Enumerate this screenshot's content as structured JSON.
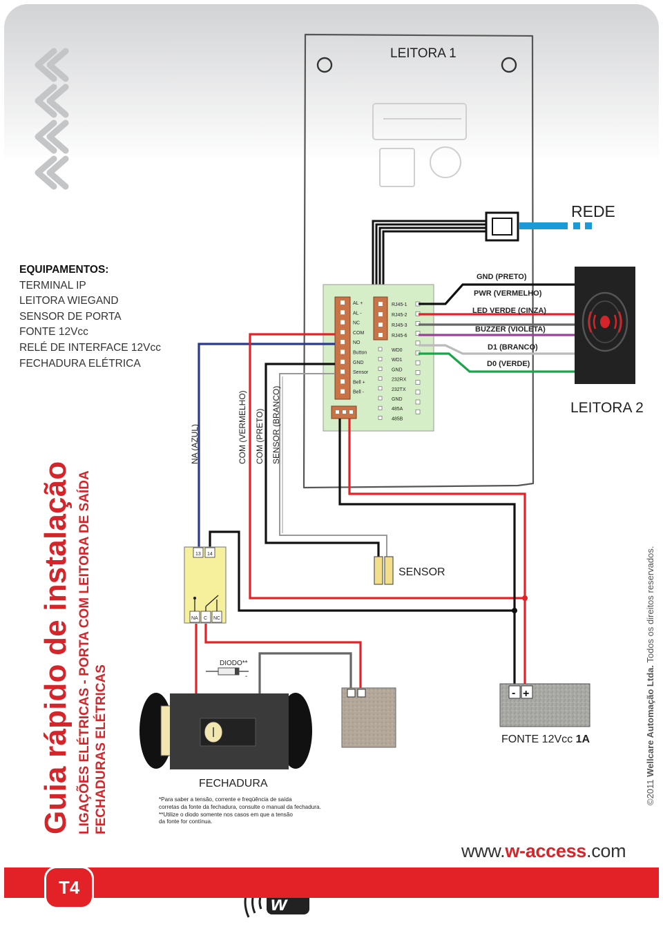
{
  "equipment": {
    "heading": "EQUIPAMENTOS:",
    "items": [
      "TERMINAL IP",
      "LEITORA WIEGAND",
      "SENSOR DE PORTA",
      "FONTE 12Vcc",
      "RELÉ DE INTERFACE 12Vcc",
      "FECHADURA ELÉTRICA"
    ]
  },
  "guide": {
    "title": "Guia rápido de instalação",
    "subtitle1": "LIGAÇÕES ELÉTRICAS - PORTA COM LEITORA DE SAÍDA",
    "subtitle2": "FECHADURAS ELÉTRICAS"
  },
  "devices": {
    "reader1": "LEITORA 1",
    "network": "REDE",
    "reader2": "LEITORA 2",
    "sensor": "SENSOR",
    "lock": "FECHADURA",
    "diode": "DIODO**",
    "diode_minus": "-",
    "psu_plain": "FONTE 12Vcc ",
    "psu_bold": "1A",
    "psu_minus": "-",
    "psu_plus": "+"
  },
  "board": {
    "left_pins": [
      "AL +",
      "AL -",
      "NC",
      "COM",
      "NO",
      "Button",
      "GND",
      "Sensor",
      "Bell +",
      "Bell -"
    ],
    "middle_pins": [
      "RJ45-1",
      "RJ45-2",
      "RJ45-3",
      "RJ45-6"
    ],
    "right_pins": [
      "WD0",
      "WD1",
      "GND",
      "232RX",
      "232TX",
      "GND",
      "485A",
      "485B"
    ]
  },
  "wires_reader2": [
    "GND (PRETO)",
    "PWR (VERMELHO)",
    "LED VERDE (CINZA)",
    "BUZZER (VIOLETA)",
    "D1 (BRANCO)",
    "D0 (VERDE)"
  ],
  "wires_vertical": [
    "NA (AZUL)",
    "COM (VERMELHO)",
    "COM (PRETO)",
    "SENSOR (BRANCO)"
  ],
  "relay": {
    "top_left": "13",
    "top_right": "14",
    "na": "NA",
    "c": "C",
    "nc": "NC"
  },
  "note": [
    "*Para saber a tensão, corrente e freqüência de saída",
    "corretas da fonte da fechadura, consulte o manual da fechadura.",
    "**Utilize o diodo somente nos casos em que a tensão",
    "da fonte for contínua."
  ],
  "url": {
    "pre": "www.",
    "brand": "w-access",
    "post": ".com"
  },
  "badge": "T4",
  "logo": "w access",
  "copyright": {
    "year": "©2011 ",
    "company": "Wellcare Automação Ltda.",
    "rights": " Todos os direitos reservados."
  },
  "colors": {
    "accent_red": "#e32227",
    "network_blue": "#1a9ad7",
    "wire_blue": "#2b3a8f",
    "board_green": "#d6eec7"
  }
}
